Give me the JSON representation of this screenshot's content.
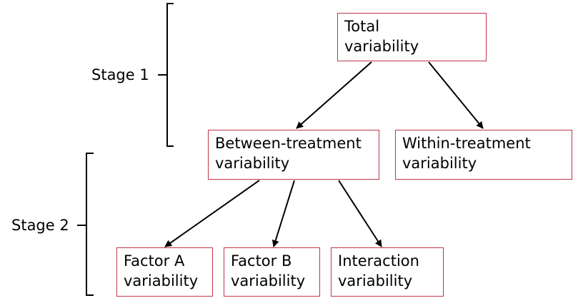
{
  "stages": [
    {
      "id": "stage1",
      "label": "Stage 1"
    },
    {
      "id": "stage2",
      "label": "Stage 2"
    }
  ],
  "nodes": {
    "total": {
      "line1": "Total",
      "line2": "variability"
    },
    "between": {
      "line1": "Between-treatment",
      "line2": "variability"
    },
    "within": {
      "line1": "Within-treatment",
      "line2": "variability"
    },
    "factor_a": {
      "line1": "Factor A",
      "line2": "variability"
    },
    "factor_b": {
      "line1": "Factor B",
      "line2": "variability"
    },
    "interaction": {
      "line1": "Interaction",
      "line2": "variability"
    }
  },
  "edges": [
    {
      "from": "total",
      "to": "between"
    },
    {
      "from": "total",
      "to": "within"
    },
    {
      "from": "between",
      "to": "factor_a"
    },
    {
      "from": "between",
      "to": "factor_b"
    },
    {
      "from": "between",
      "to": "interaction"
    }
  ],
  "colors": {
    "box_border": "#c0354a",
    "line": "#000000",
    "text": "#000000"
  }
}
